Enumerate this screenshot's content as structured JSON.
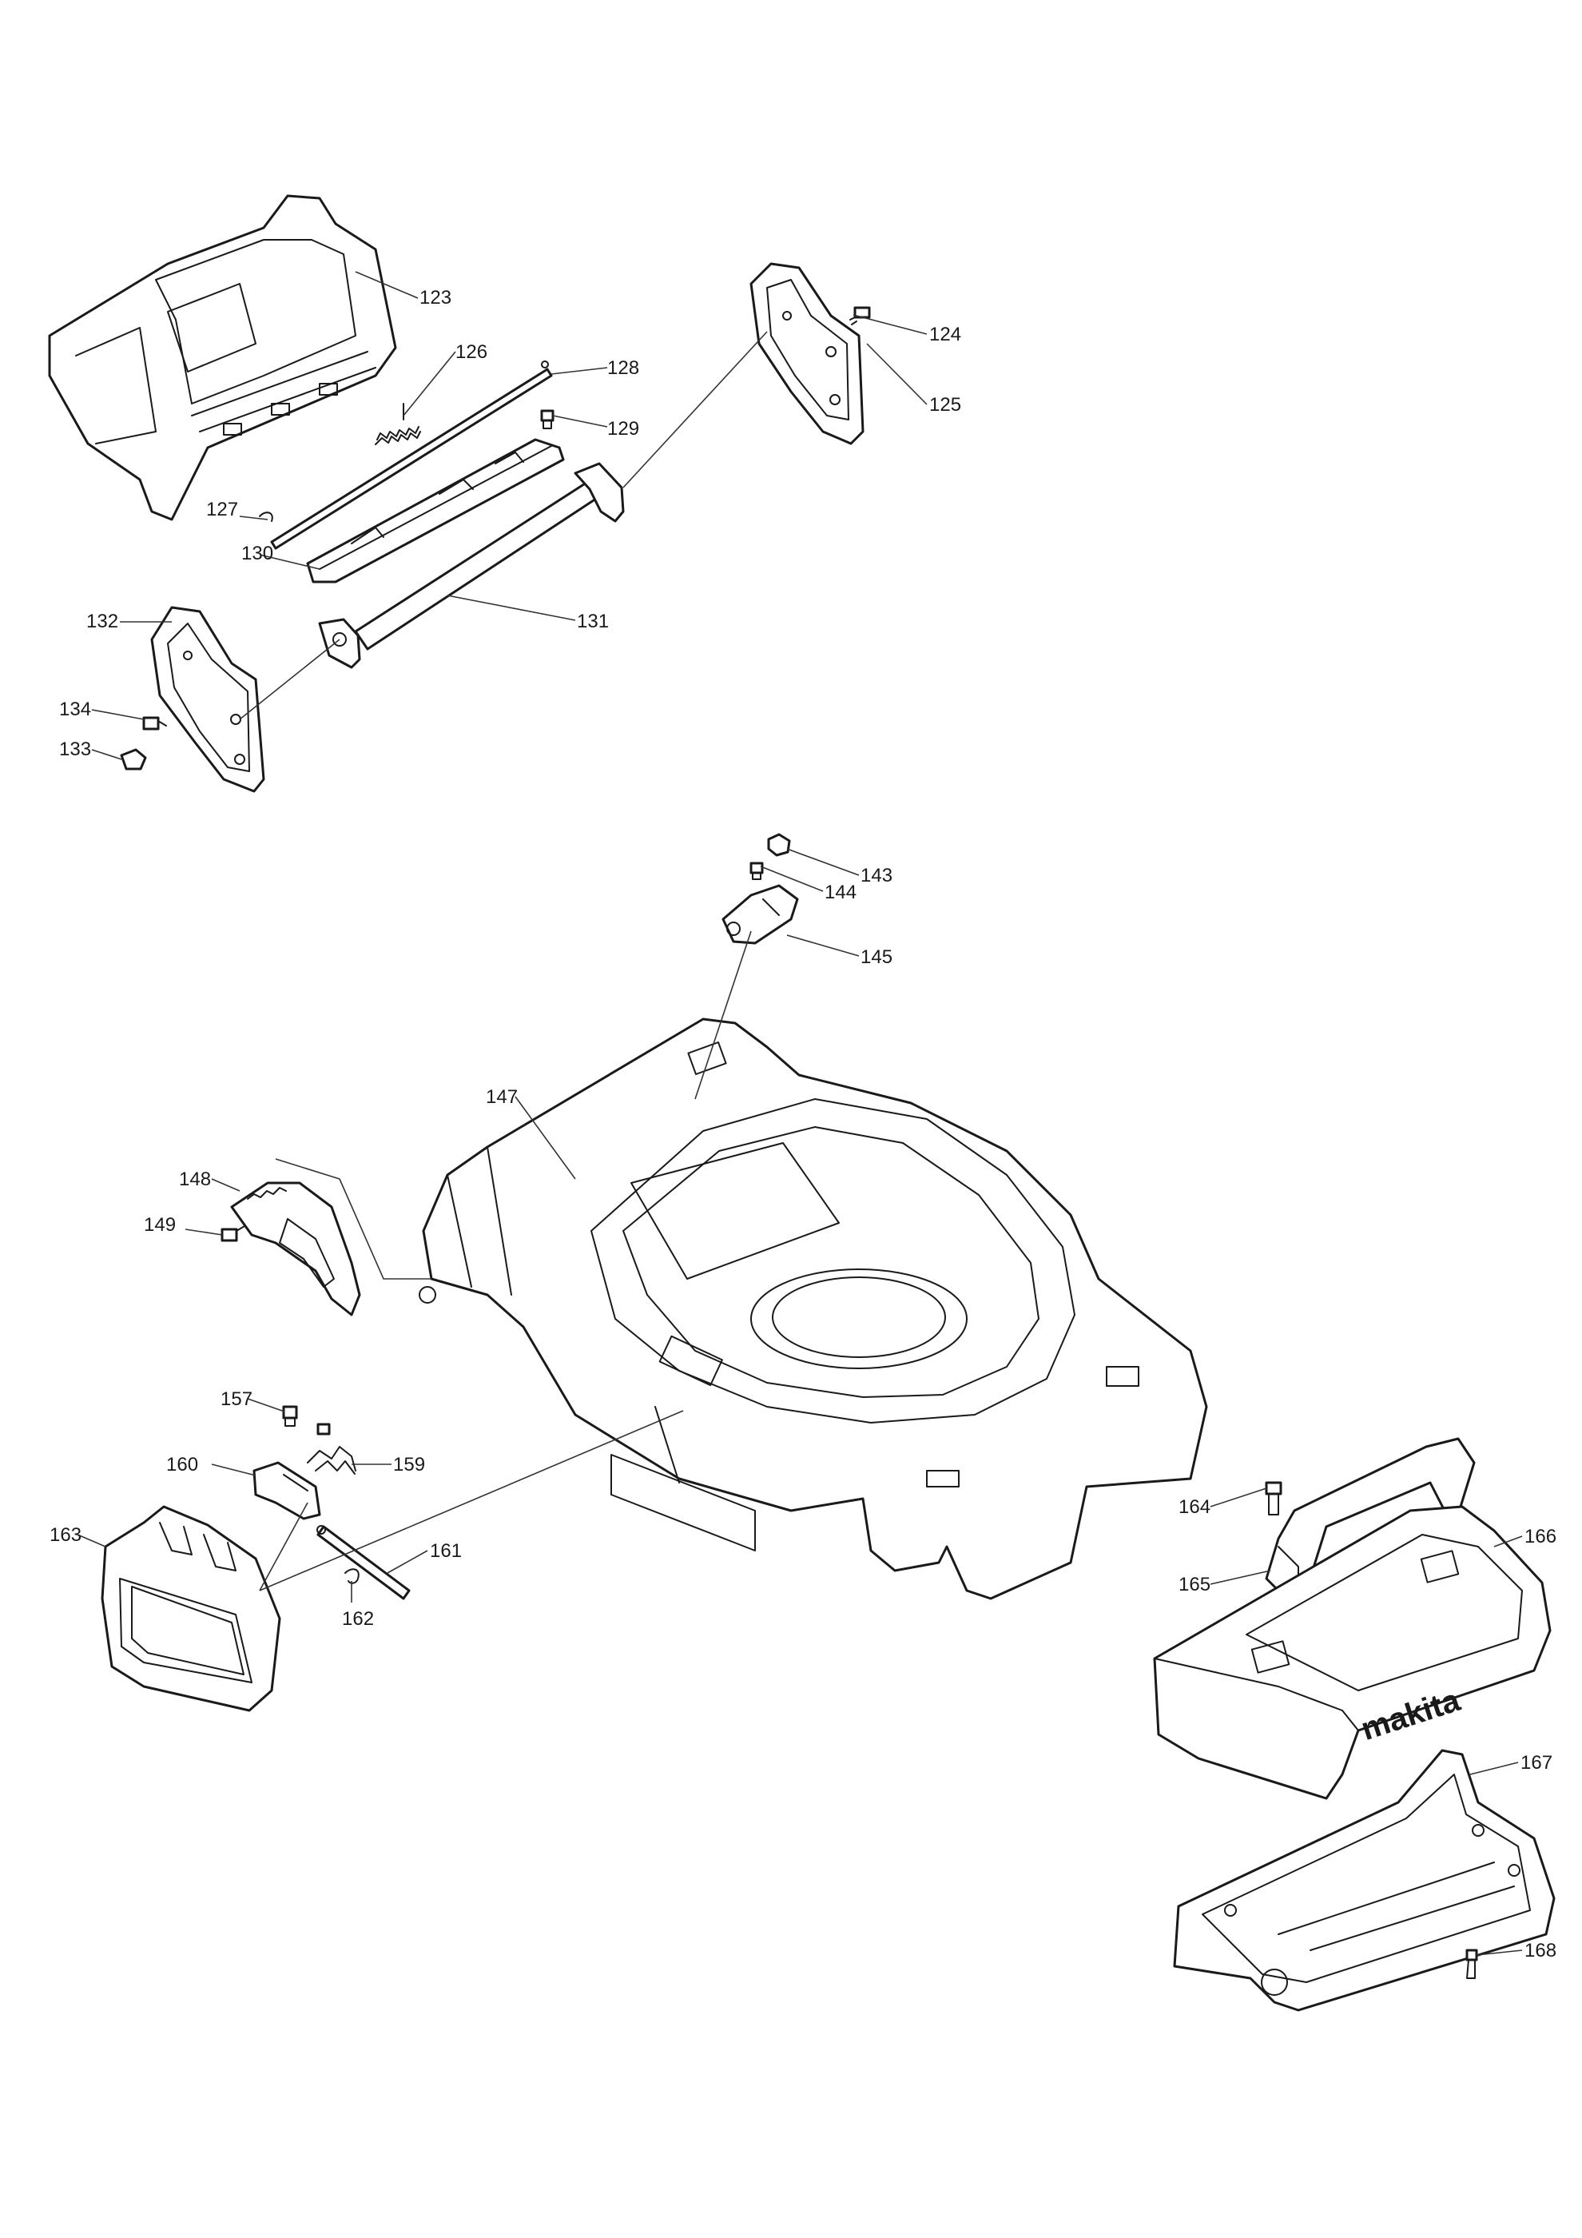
{
  "diagram": {
    "callouts": [
      "123",
      "124",
      "125",
      "126",
      "127",
      "128",
      "129",
      "130",
      "131",
      "132",
      "133",
      "134",
      "143",
      "144",
      "145",
      "147",
      "148",
      "149",
      "157",
      "159",
      "160",
      "161",
      "162",
      "163",
      "164",
      "165",
      "166",
      "167",
      "168"
    ],
    "brand_text": "makita"
  }
}
